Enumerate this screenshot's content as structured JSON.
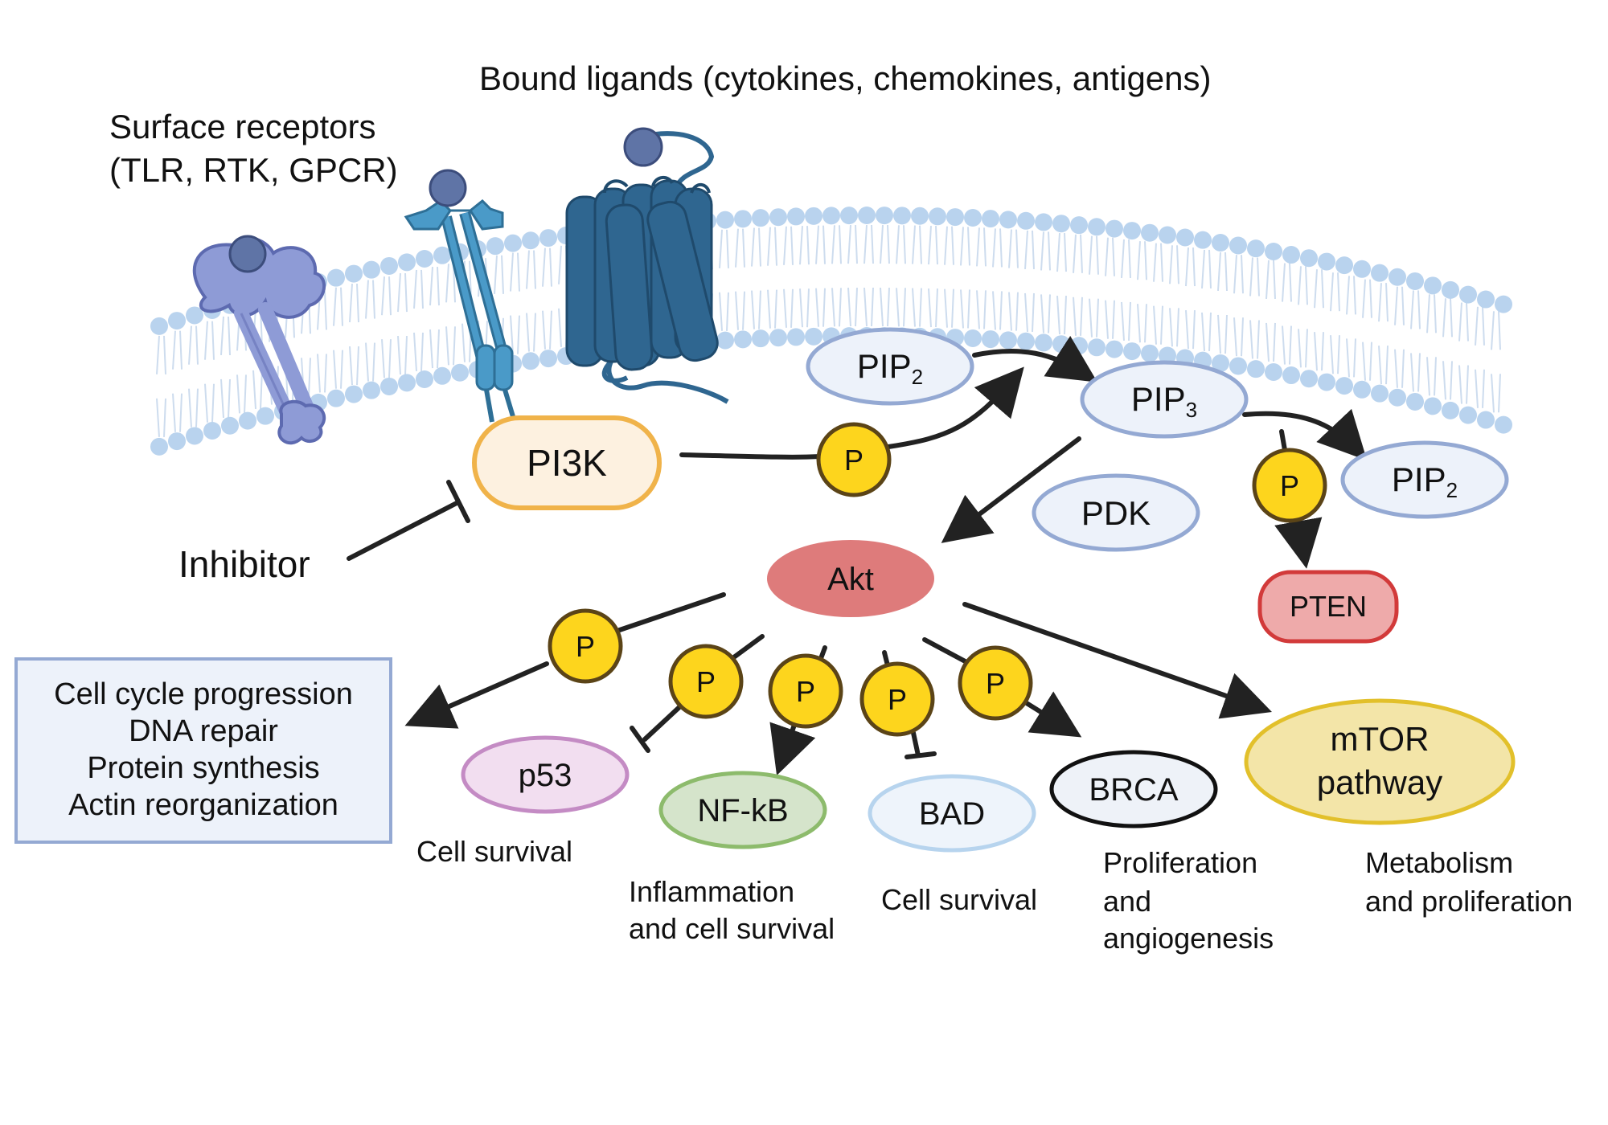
{
  "title_ligands": "Bound ligands (cytokines, chemokines, antigens)",
  "title_receptors_1": "Surface receptors",
  "title_receptors_2": "(TLR, RTK, GPCR)",
  "inhibitor": "Inhibitor",
  "nodes": {
    "pi3k": "PI3K",
    "pip2_top_base": "PIP",
    "pip2_top_sub": "2",
    "pip3_base": "PIP",
    "pip3_sub": "3",
    "pip2_right_base": "PIP",
    "pip2_right_sub": "2",
    "pdk": "PDK",
    "akt": "Akt",
    "pten": "PTEN",
    "p53": "p53",
    "nfkb": "NF-kB",
    "bad": "BAD",
    "brca": "BRCA",
    "mtor_1": "mTOR",
    "mtor_2": "pathway"
  },
  "phospho": "P",
  "box_lines": [
    "Cell cycle progression",
    "DNA repair",
    "Protein synthesis",
    "Actin reorganization"
  ],
  "captions": {
    "p53": "Cell survival",
    "nfkb_1": "Inflammation",
    "nfkb_2": "and cell survival",
    "bad": "Cell survival",
    "brca_1": "Proliferation",
    "brca_2": "and",
    "brca_3": "angiogenesis",
    "mtor_1": "Metabolism",
    "mtor_2": "and proliferation"
  },
  "colors": {
    "membrane_head": "#b9d3ee",
    "membrane_tail": "#cddcee",
    "receptor_purple": "#8e9bd6",
    "receptor_teal": "#3d8fbf",
    "gpcr": "#2f6690",
    "ligand": "#5f74a6",
    "pi3k_fill": "#fdf1e0",
    "pi3k_stroke": "#f0b34a",
    "lipid_fill": "#edf2fa",
    "lipid_stroke": "#94a9d3",
    "akt_fill": "#de7b7b",
    "pten_fill": "#eeaaaa",
    "pten_stroke": "#d23a3a",
    "p53_fill": "#f2def0",
    "p53_stroke": "#c48bc4",
    "nfkb_fill": "#d5e4cb",
    "nfkb_stroke": "#8dbb6c",
    "bad_fill": "#eef4fb",
    "bad_stroke": "#b7d4ee",
    "brca_fill": "#eef2f8",
    "brca_stroke": "#111111",
    "mtor_fill": "#f3e5a8",
    "mtor_stroke": "#e2c02b",
    "p_fill": "#fdd51d",
    "p_stroke": "#5b4417",
    "box_fill": "#edf2fa",
    "box_stroke": "#94a9d3",
    "arrow": "#222222"
  }
}
